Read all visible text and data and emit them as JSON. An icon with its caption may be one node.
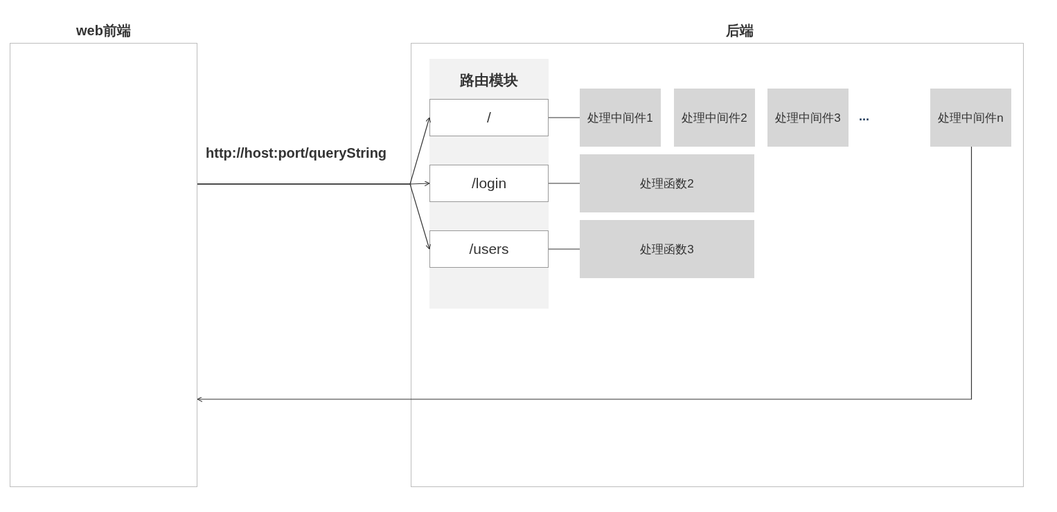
{
  "diagram": {
    "nodes": [
      {
        "text": [
          "web前端"
        ]
      },
      {
        "text": [
          "后端"
        ]
      },
      {
        "text": [
          "路由模块"
        ],
        "in": 1
      },
      {
        "text": [
          "/"
        ],
        "in": 2
      },
      {
        "text": [
          "/login"
        ],
        "in": 2
      },
      {
        "text": [
          "/users"
        ],
        "in": 2
      },
      {
        "text": [
          "处理中间件1"
        ],
        "in": 1
      },
      {
        "text": [
          "处理中间件2"
        ],
        "in": 1
      },
      {
        "text": [
          "处理中间件3"
        ],
        "in": 1
      },
      {
        "text": [
          "处理中间件n"
        ],
        "in": 1
      },
      {
        "text": [
          "处理函数2"
        ],
        "in": 1
      },
      {
        "text": [
          "处理函数3"
        ],
        "in": 1
      }
    ],
    "edges": [
      {
        "from": 0,
        "to": 3,
        "arrow": "to"
      },
      {
        "from": 0,
        "to": 4,
        "arrow": "to",
        "label": "http://host:port/queryString"
      },
      {
        "from": 0,
        "to": 5,
        "arrow": "to"
      },
      {
        "from": 3,
        "to": 6,
        "arrow": "none"
      },
      {
        "from": 4,
        "to": 10,
        "arrow": "none"
      },
      {
        "from": 5,
        "to": 11,
        "arrow": "none"
      },
      {
        "from": 9,
        "to": 0,
        "arrow": "to"
      }
    ],
    "labels": [
      "..."
    ]
  }
}
